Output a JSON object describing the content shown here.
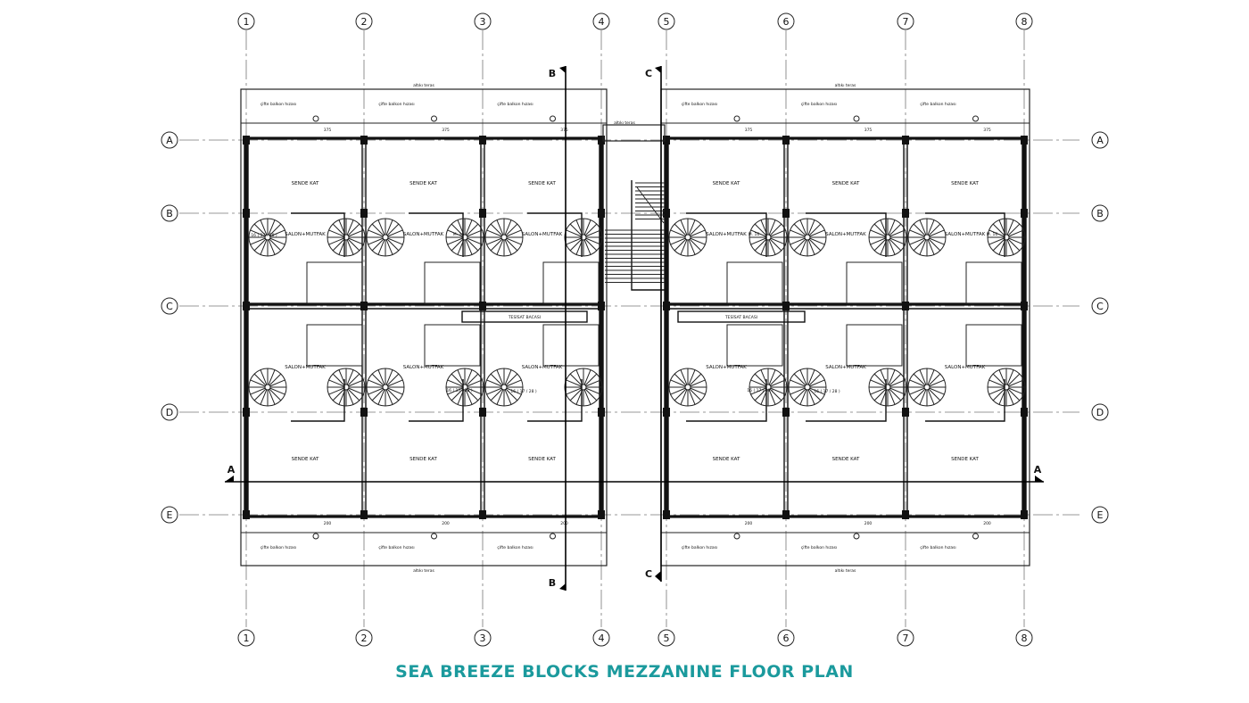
{
  "title": "SEA BREEZE BLOCKS MEZZANINE FLOOR PLAN",
  "colors": {
    "title": "#1b9a9d",
    "lines": "#111111"
  },
  "grid": {
    "columns": [
      "1",
      "2",
      "3",
      "4",
      "5",
      "6",
      "7",
      "8"
    ],
    "rows": [
      "A",
      "B",
      "C",
      "D",
      "E"
    ]
  },
  "sections": {
    "a": "A",
    "b": "B",
    "c": "C"
  },
  "rooms": {
    "mezzanine": "SENDE KAT",
    "living_kitchen": "SALON+MUTFAK"
  },
  "labels": {
    "lower_terrace": "altıkı teras",
    "double_balcony": "çifte balkon hızası",
    "shaft": "TESİSAT BACASI",
    "stair_a": "16 ( 17 / 28 )",
    "stair_b": "M. 16",
    "dim_a": "375",
    "dim_b": "200"
  }
}
